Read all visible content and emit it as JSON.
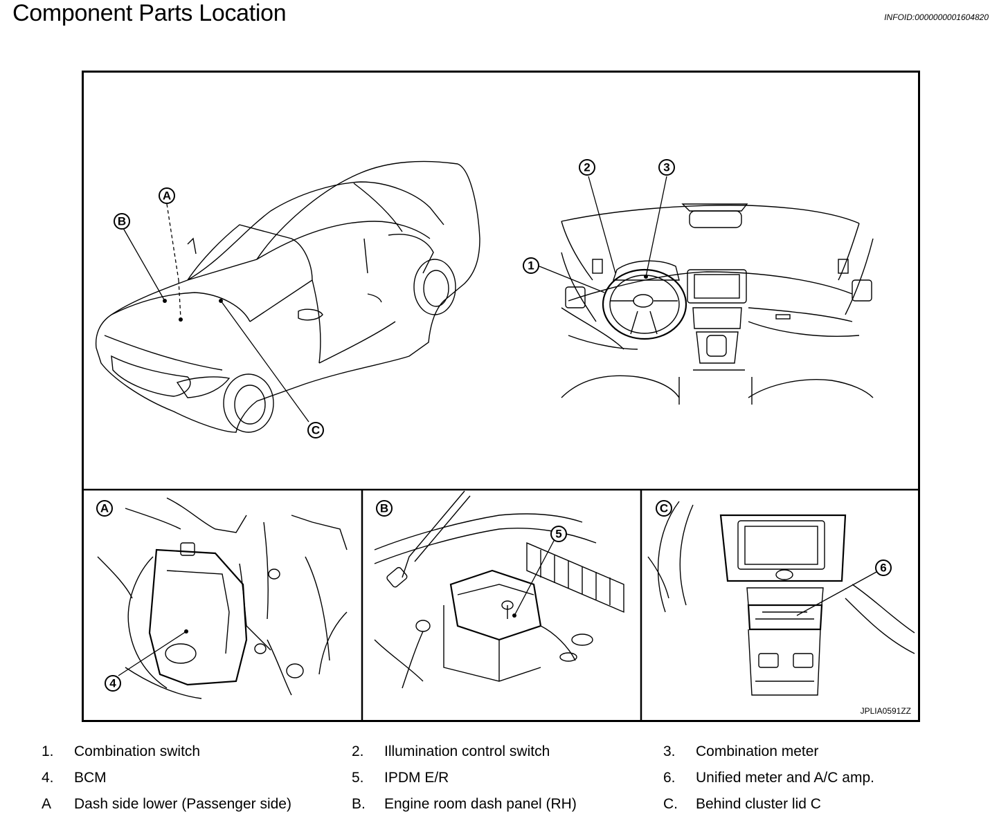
{
  "header": {
    "title": "Component Parts Location",
    "info_id": "INFOID:0000000001604820"
  },
  "figure": {
    "code": "JPLIA0591ZZ",
    "callouts": {
      "c1": "1",
      "c2": "2",
      "c3": "3",
      "c4": "4",
      "c5": "5",
      "c6": "6",
      "cA": "A",
      "cB": "B",
      "cC": "C"
    },
    "panels": {
      "a_label": "A",
      "b_label": "B",
      "c_label": "C"
    }
  },
  "legend": {
    "rows": [
      [
        {
          "num": "1.",
          "text": "Combination switch"
        },
        {
          "num": "2.",
          "text": "Illumination control switch"
        },
        {
          "num": "3.",
          "text": "Combination meter"
        }
      ],
      [
        {
          "num": "4.",
          "text": "BCM"
        },
        {
          "num": "5.",
          "text": "IPDM E/R"
        },
        {
          "num": "6.",
          "text": "Unified meter and A/C amp."
        }
      ],
      [
        {
          "num": "A",
          "text": "Dash side lower (Passenger side)"
        },
        {
          "num": "B.",
          "text": "Engine room dash panel (RH)"
        },
        {
          "num": "C.",
          "text": "Behind cluster lid C"
        }
      ]
    ]
  }
}
